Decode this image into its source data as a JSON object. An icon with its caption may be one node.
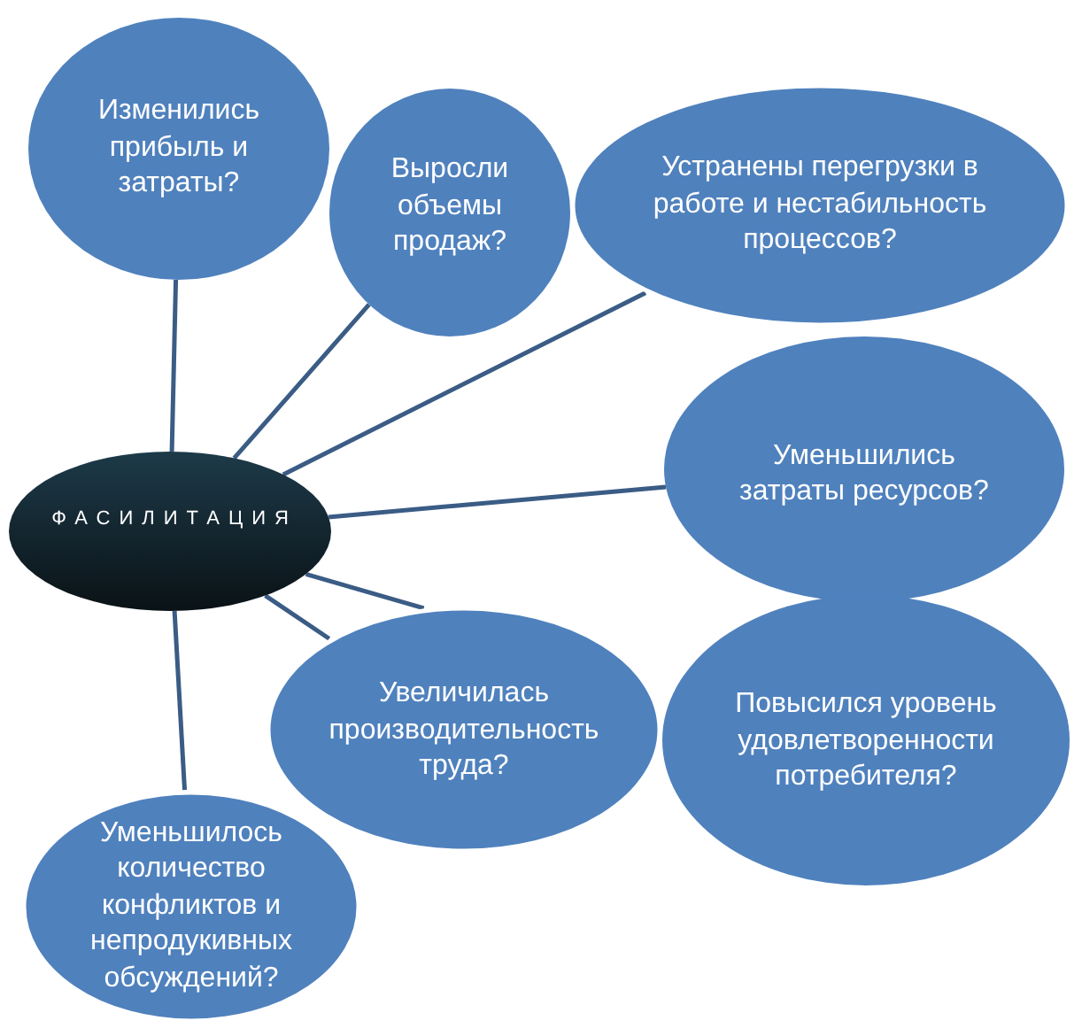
{
  "diagram": {
    "nodes": [
      {
        "text": [
          "ФАСИЛИТАЦИЯ"
        ]
      },
      {
        "text": [
          "Изменились прибыль и затраты?"
        ]
      },
      {
        "text": [
          "Выросли объемы продаж?"
        ]
      },
      {
        "text": [
          "Устранены перегрузки в работе и нестабильность процессов?"
        ]
      },
      {
        "text": [
          "Уменьшились затраты ресурсов?"
        ]
      },
      {
        "text": [
          "Увеличилась производительность труда?"
        ]
      },
      {
        "text": [
          "Повысился уровень удовлетворенности потребителя?"
        ]
      },
      {
        "text": [
          "Уменьшилось количество конфликтов и непродукивных обсуждений?"
        ]
      }
    ],
    "edges": [
      {
        "from": 0,
        "to": 1,
        "arrow": "none"
      },
      {
        "from": 0,
        "to": 2,
        "arrow": "none"
      },
      {
        "from": 0,
        "to": 3,
        "arrow": "none"
      },
      {
        "from": 0,
        "to": 4,
        "arrow": "none"
      },
      {
        "from": 0,
        "to": 5,
        "arrow": "none"
      },
      {
        "from": 0,
        "to": 5,
        "arrow": "none"
      },
      {
        "from": 0,
        "to": 7,
        "arrow": "none"
      }
    ]
  }
}
